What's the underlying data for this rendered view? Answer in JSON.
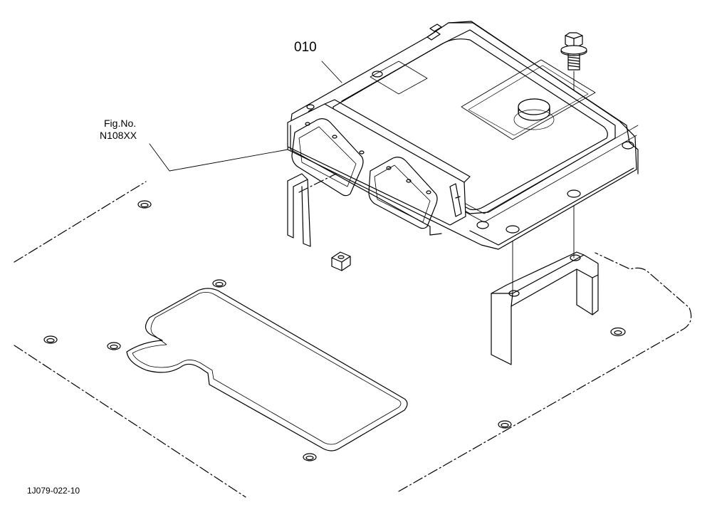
{
  "diagram": {
    "callouts": {
      "part_number": "010",
      "figure_ref_line1": "Fig.No.",
      "figure_ref_line2": "N108XX"
    },
    "drawing_id": "1J079-022-10",
    "components": [
      "control-unit",
      "mounting-bracket",
      "mounting-bolt",
      "base-plate",
      "hex-nut"
    ],
    "line_color": "#000000",
    "background": "#ffffff"
  }
}
